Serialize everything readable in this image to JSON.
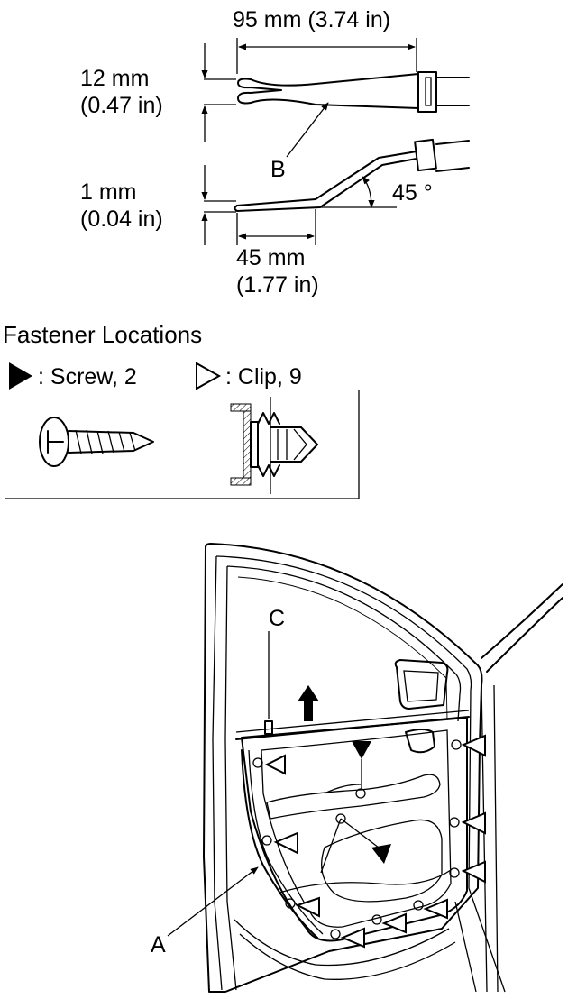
{
  "tool_dimensions": {
    "length": "95 mm (3.74 in)",
    "fork_width_mm": "12 mm",
    "fork_width_in": "(0.47 in)",
    "tip_thickness_mm": "1 mm",
    "tip_thickness_in": "(0.04 in)",
    "flat_length_mm": "45 mm",
    "flat_length_in": "(1.77 in)",
    "bend_angle": "45 °"
  },
  "callouts": {
    "a": "A",
    "b": "B",
    "c": "C"
  },
  "legend": {
    "title": "Fastener Locations",
    "screw_label": ": Screw, 2",
    "clip_label": ": Clip, 9"
  }
}
